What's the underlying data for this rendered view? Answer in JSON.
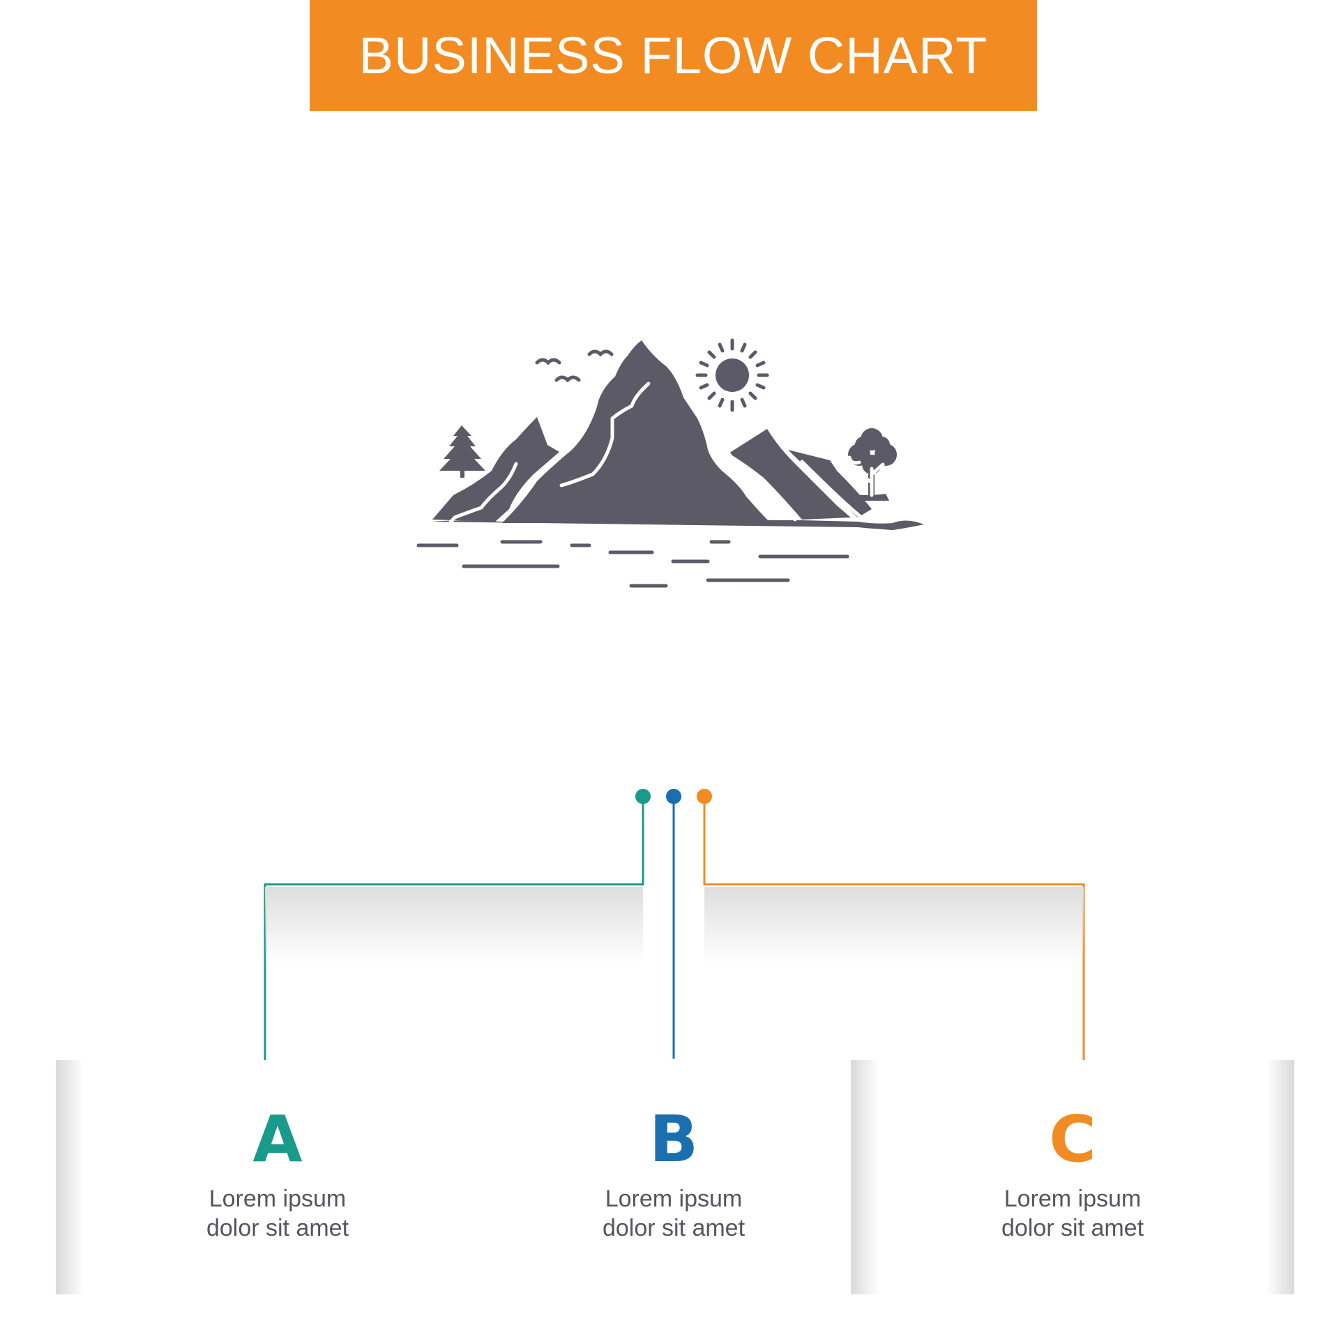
{
  "header": {
    "title": "BUSINESS FLOW CHART"
  },
  "colors": {
    "orange": "#f28c22",
    "teal": "#1a9a8a",
    "blue": "#1a6fb0",
    "icon_gray": "#5b5a66"
  },
  "illustration": {
    "icon": "mountain-landscape-icon"
  },
  "steps": [
    {
      "letter": "A",
      "line1": "Lorem ipsum",
      "line2": "dolor sit amet",
      "color": "#1a9a8a"
    },
    {
      "letter": "B",
      "line1": "Lorem ipsum",
      "line2": "dolor sit amet",
      "color": "#1a6fb0"
    },
    {
      "letter": "C",
      "line1": "Lorem ipsum",
      "line2": "dolor sit amet",
      "color": "#f28c22"
    }
  ]
}
